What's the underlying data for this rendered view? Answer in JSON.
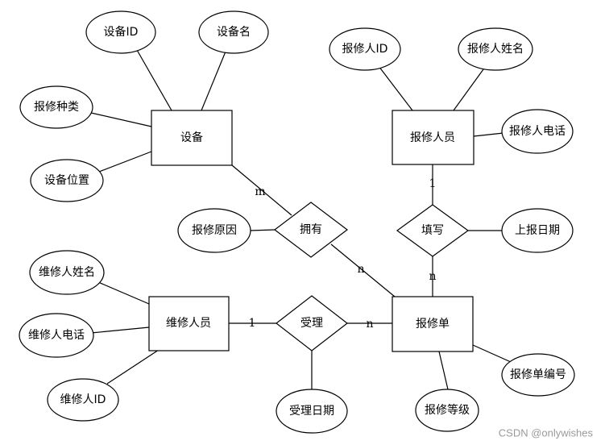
{
  "entities": {
    "equipment": "设备",
    "reporter": "报修人员",
    "repairer": "维修人员",
    "repair_order": "报修单"
  },
  "attributes": {
    "equipment_id": "设备ID",
    "equipment_name": "设备名",
    "repair_type": "报修种类",
    "equipment_location": "设备位置",
    "reporter_id": "报修人ID",
    "reporter_name": "报修人姓名",
    "reporter_phone": "报修人电话",
    "repair_reason": "报修原因",
    "report_date": "上报日期",
    "repairer_name": "维修人姓名",
    "repairer_phone": "维修人电话",
    "repairer_id": "维修人ID",
    "accept_date": "受理日期",
    "order_number": "报修单编号",
    "repair_level": "报修等级"
  },
  "relationships": {
    "has": "拥有",
    "fill": "填写",
    "accept": "受理"
  },
  "cardinalities": {
    "equipment_has": "m",
    "has_order": "n",
    "reporter_fill": "1",
    "fill_order": "n",
    "repairer_accept": "1",
    "accept_order": "n"
  },
  "watermark": "CSDN @onlywishes"
}
